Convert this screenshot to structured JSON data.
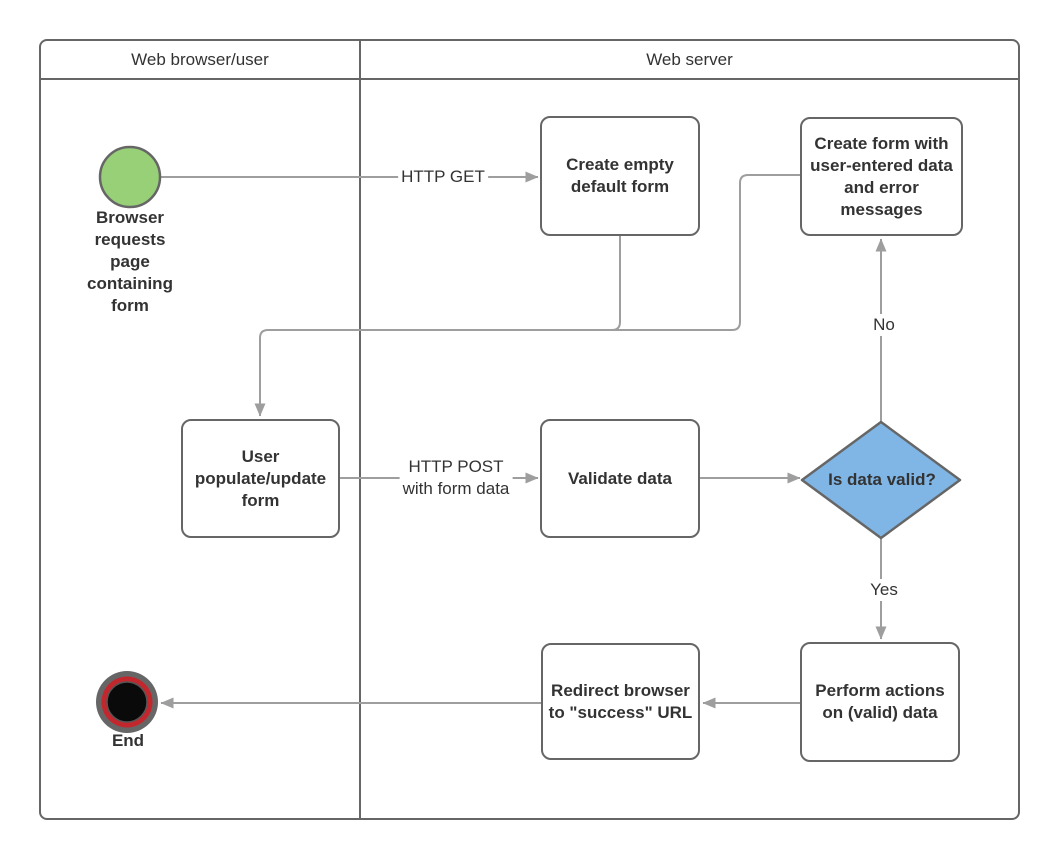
{
  "lanes": {
    "left": {
      "title": "Web browser/user"
    },
    "right": {
      "title": "Web server"
    }
  },
  "nodes": {
    "start": {
      "label": "Browser\nrequests\npage\ncontaining\nform"
    },
    "create_empty": {
      "label": "Create empty\ndefault form"
    },
    "create_form_errors": {
      "label": "Create form with\nuser-entered data\nand error\nmessages"
    },
    "user_populate": {
      "label": "User\npopulate/update\nform"
    },
    "validate": {
      "label": "Validate data"
    },
    "decision": {
      "label": "Is data valid?"
    },
    "perform": {
      "label": "Perform actions\non (valid) data"
    },
    "redirect": {
      "label": "Redirect browser\nto \"success\" URL"
    },
    "end": {
      "label": "End"
    }
  },
  "edges": {
    "http_get": {
      "label": "HTTP GET"
    },
    "http_post": {
      "label": "HTTP POST\nwith form data"
    },
    "no": {
      "label": "No"
    },
    "yes": {
      "label": "Yes"
    }
  },
  "colors": {
    "start_fill": "#97d077",
    "decision_fill": "#80b6e6",
    "end_outer": "#666666",
    "end_ring": "#c3272e",
    "end_core": "#0a0a0a",
    "shape_stroke": "#666666",
    "connector": "#9e9e9e",
    "text": "#333333"
  }
}
